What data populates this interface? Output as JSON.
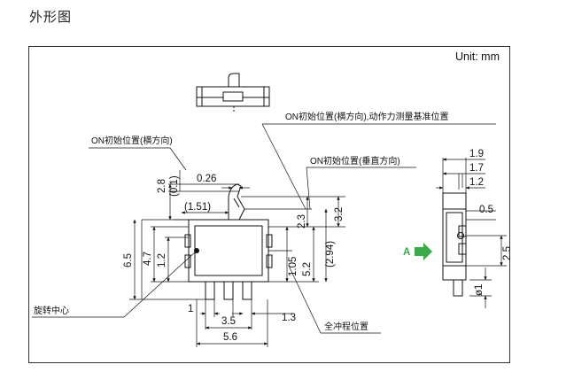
{
  "title": "外形图",
  "unit_label": "Unit: mm",
  "labels": {
    "on_horizontal": "ON初始位置(横方向)",
    "on_horizontal_measure": "ON初始位置(横方向),动作力测量基准位置",
    "on_vertical": "ON初始位置(垂直方向)",
    "rotation_center": "旋转中心",
    "full_overtravel": "全冲程位置",
    "view_a": "A"
  },
  "dimensions": {
    "d_0_26": "0.26",
    "d_2_8": "2.8",
    "d_0_1": "(0.1)",
    "d_1_51": "(1.51)",
    "d_2_3": "2.3",
    "d_3_2": "3.2",
    "d_6_5": "6.5",
    "d_4_7": "4.7",
    "d_1_2": "1.2",
    "d_1_05": "1.05",
    "d_5_2": "5.2",
    "d_2_94": "(2.94)",
    "d_1": "1",
    "d_1_3": "1.3",
    "d_3_5": "3.5",
    "d_5_6": "5.6",
    "s_1_9": "1.9",
    "s_1_7": "1.7",
    "s_1_2": "1.2",
    "s_0_5": "0.5",
    "s_2_5": "2.5",
    "s_phi1": "ø1"
  },
  "colors": {
    "line": "#111111",
    "arrow": "#3aaa4a",
    "frame": "#333333"
  }
}
